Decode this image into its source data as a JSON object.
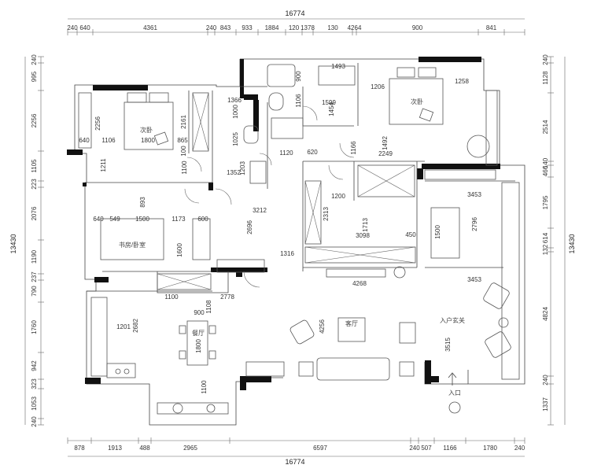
{
  "totals": {
    "top": "16774",
    "bottom": "16774",
    "left": "13430",
    "right": "13430"
  },
  "top_dims": [
    "240",
    "640",
    "4361",
    "240",
    "843",
    "933",
    "1884",
    "120",
    "1378",
    "130",
    "4264",
    "900",
    "841"
  ],
  "bottom_dims": [
    "878",
    "1913",
    "488",
    "2965",
    "6597",
    "240",
    "507",
    "1166",
    "1780",
    "240"
  ],
  "left_dims": [
    "240",
    "995",
    "2256",
    "1105",
    "223",
    "2076",
    "1190",
    "237",
    "790",
    "1760",
    "942",
    "323",
    "1053",
    "240"
  ],
  "right_dims": [
    "240",
    "1128",
    "2514",
    "140",
    "466",
    "1795",
    "614",
    "132",
    "4824",
    "240",
    "1337"
  ],
  "rooms": {
    "bedroom1": "次卧",
    "bedroom2": "次卧",
    "study": "书房/卧室",
    "dining": "餐厅",
    "living": "客厅",
    "foyer": "入户玄关",
    "entrance": "入口"
  },
  "inner_dims": [
    "1493",
    "900",
    "1599",
    "1106",
    "1454",
    "1206",
    "1258",
    "1366",
    "1000",
    "2256",
    "2161",
    "1800",
    "865",
    "1106",
    "640",
    "1211",
    "1100",
    "1025",
    "100",
    "1352",
    "1203",
    "1120",
    "620",
    "1166",
    "2249",
    "1492",
    "1200",
    "2313",
    "1713",
    "3098",
    "450",
    "3453",
    "2796",
    "3453",
    "893",
    "549",
    "1500",
    "1173",
    "600",
    "640",
    "3212",
    "2696",
    "1600",
    "1316",
    "4268",
    "2778",
    "1100",
    "1108",
    "900",
    "1201",
    "2682",
    "1800",
    "1100",
    "4256",
    "3515",
    "1500"
  ]
}
